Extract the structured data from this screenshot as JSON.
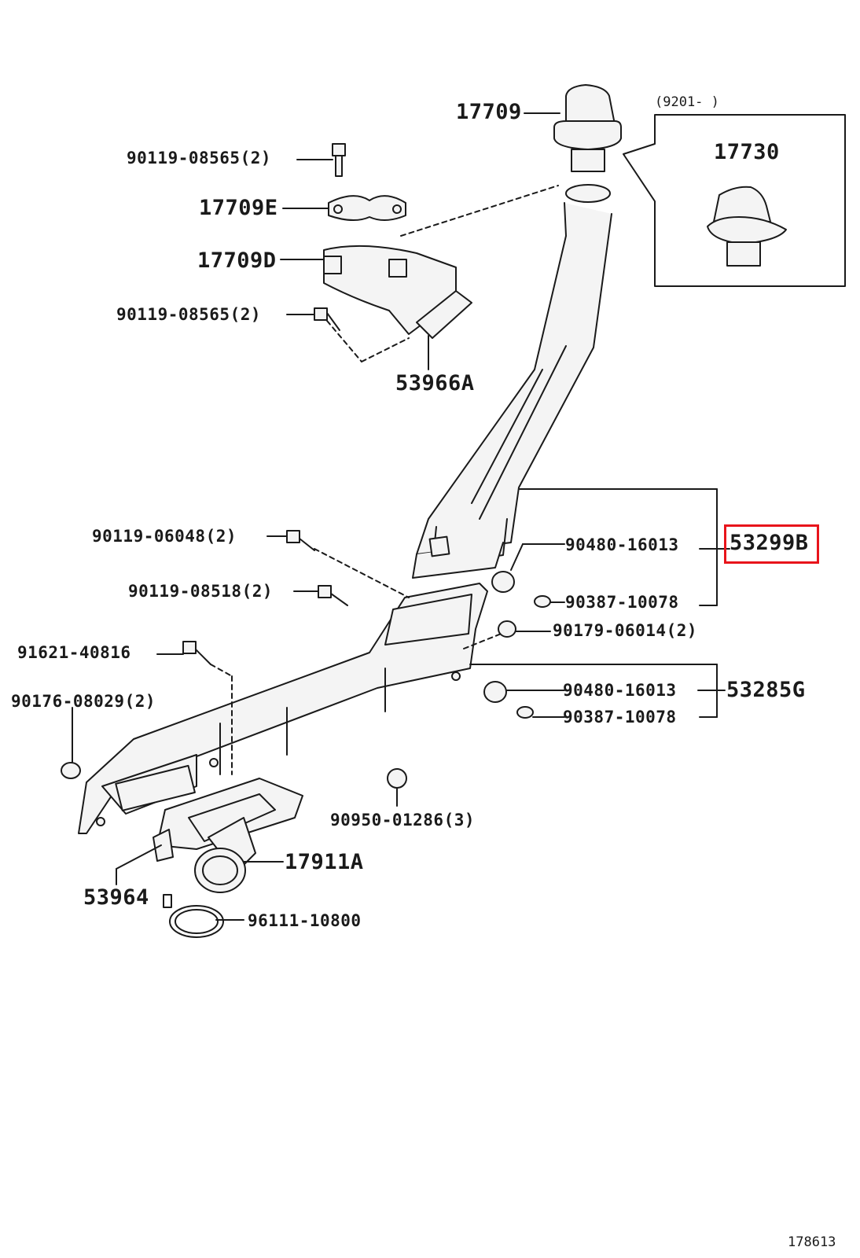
{
  "labels": {
    "p17709": "17709",
    "p17730": "17730",
    "date_range": "(9201-      )",
    "p90119_08565_a": "90119-08565(2)",
    "p17709E": "17709E",
    "p17709D": "17709D",
    "p90119_08565_b": "90119-08565(2)",
    "p53966A": "53966A",
    "p90119_06048": "90119-06048(2)",
    "p90119_08518": "90119-08518(2)",
    "p90480_16013_a": "90480-16013",
    "p53299B": "53299B",
    "p90387_10078_a": "90387-10078",
    "p90179_06014": "90179-06014(2)",
    "p91621_40816": "91621-40816",
    "p90176_08029": "90176-08029(2)",
    "p90480_16013_b": "90480-16013",
    "p53285G": "53285G",
    "p90387_10078_b": "90387-10078",
    "p90950_01286": "90950-01286(3)",
    "p17911A": "17911A",
    "p53964": "53964",
    "p96111_10800": "96111-10800",
    "figure_no": "178613"
  },
  "colors": {
    "line": "#1a1a1a",
    "part_fill": "#f4f4f4",
    "highlight": "#e8141b"
  }
}
